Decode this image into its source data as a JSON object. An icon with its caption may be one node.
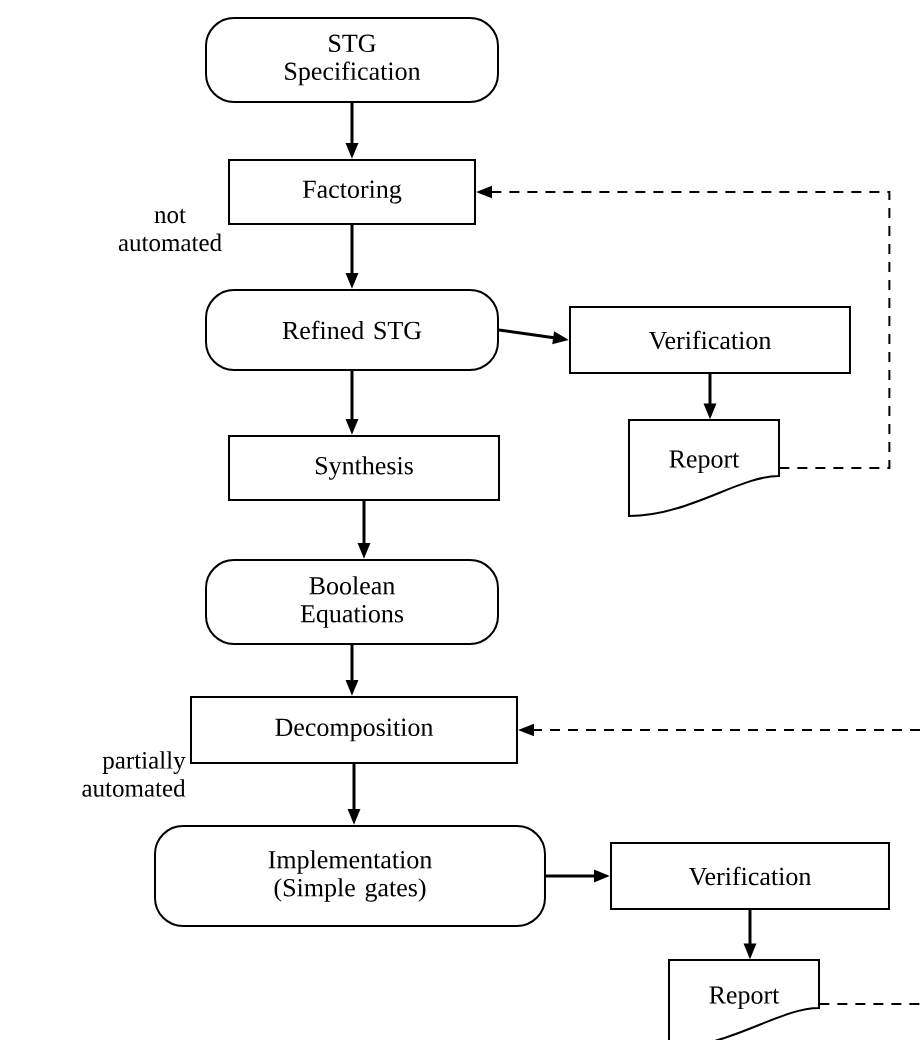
{
  "diagram": {
    "nodes": [
      {
        "text": [
          "STG Specification"
        ]
      },
      {
        "text": [
          "Factoring"
        ]
      },
      {
        "text": [
          "Refined STG"
        ]
      },
      {
        "text": [
          "Verification"
        ]
      },
      {
        "text": [
          "Report"
        ]
      },
      {
        "text": [
          "Synthesis"
        ]
      },
      {
        "text": [
          "Boolean Equations"
        ]
      },
      {
        "text": [
          "Decomposition"
        ]
      },
      {
        "text": [
          "Implementation (Simple gates)"
        ]
      },
      {
        "text": [
          "Verification"
        ]
      },
      {
        "text": [
          "Report"
        ]
      }
    ],
    "edges": [
      {
        "from": 0,
        "to": 1,
        "arrow": "to"
      },
      {
        "from": 1,
        "to": 2,
        "arrow": "to"
      },
      {
        "from": 2,
        "to": 3,
        "arrow": "to"
      },
      {
        "from": 3,
        "to": 4,
        "arrow": "to"
      },
      {
        "from": 4,
        "to": 1,
        "arrow": "to",
        "style": "dashed"
      },
      {
        "from": 2,
        "to": 5,
        "arrow": "to"
      },
      {
        "from": 5,
        "to": 6,
        "arrow": "to"
      },
      {
        "from": 6,
        "to": 7,
        "arrow": "to"
      },
      {
        "from": null,
        "to": 7,
        "arrow": "to",
        "style": "dashed"
      },
      {
        "from": 7,
        "to": 8,
        "arrow": "to"
      },
      {
        "from": 8,
        "to": 9,
        "arrow": "to"
      },
      {
        "from": 9,
        "to": 10,
        "arrow": "to"
      },
      {
        "from": 10,
        "to": null,
        "arrow": "none",
        "style": "dashed"
      }
    ],
    "labels": [
      "not automated",
      "partially automated"
    ]
  }
}
